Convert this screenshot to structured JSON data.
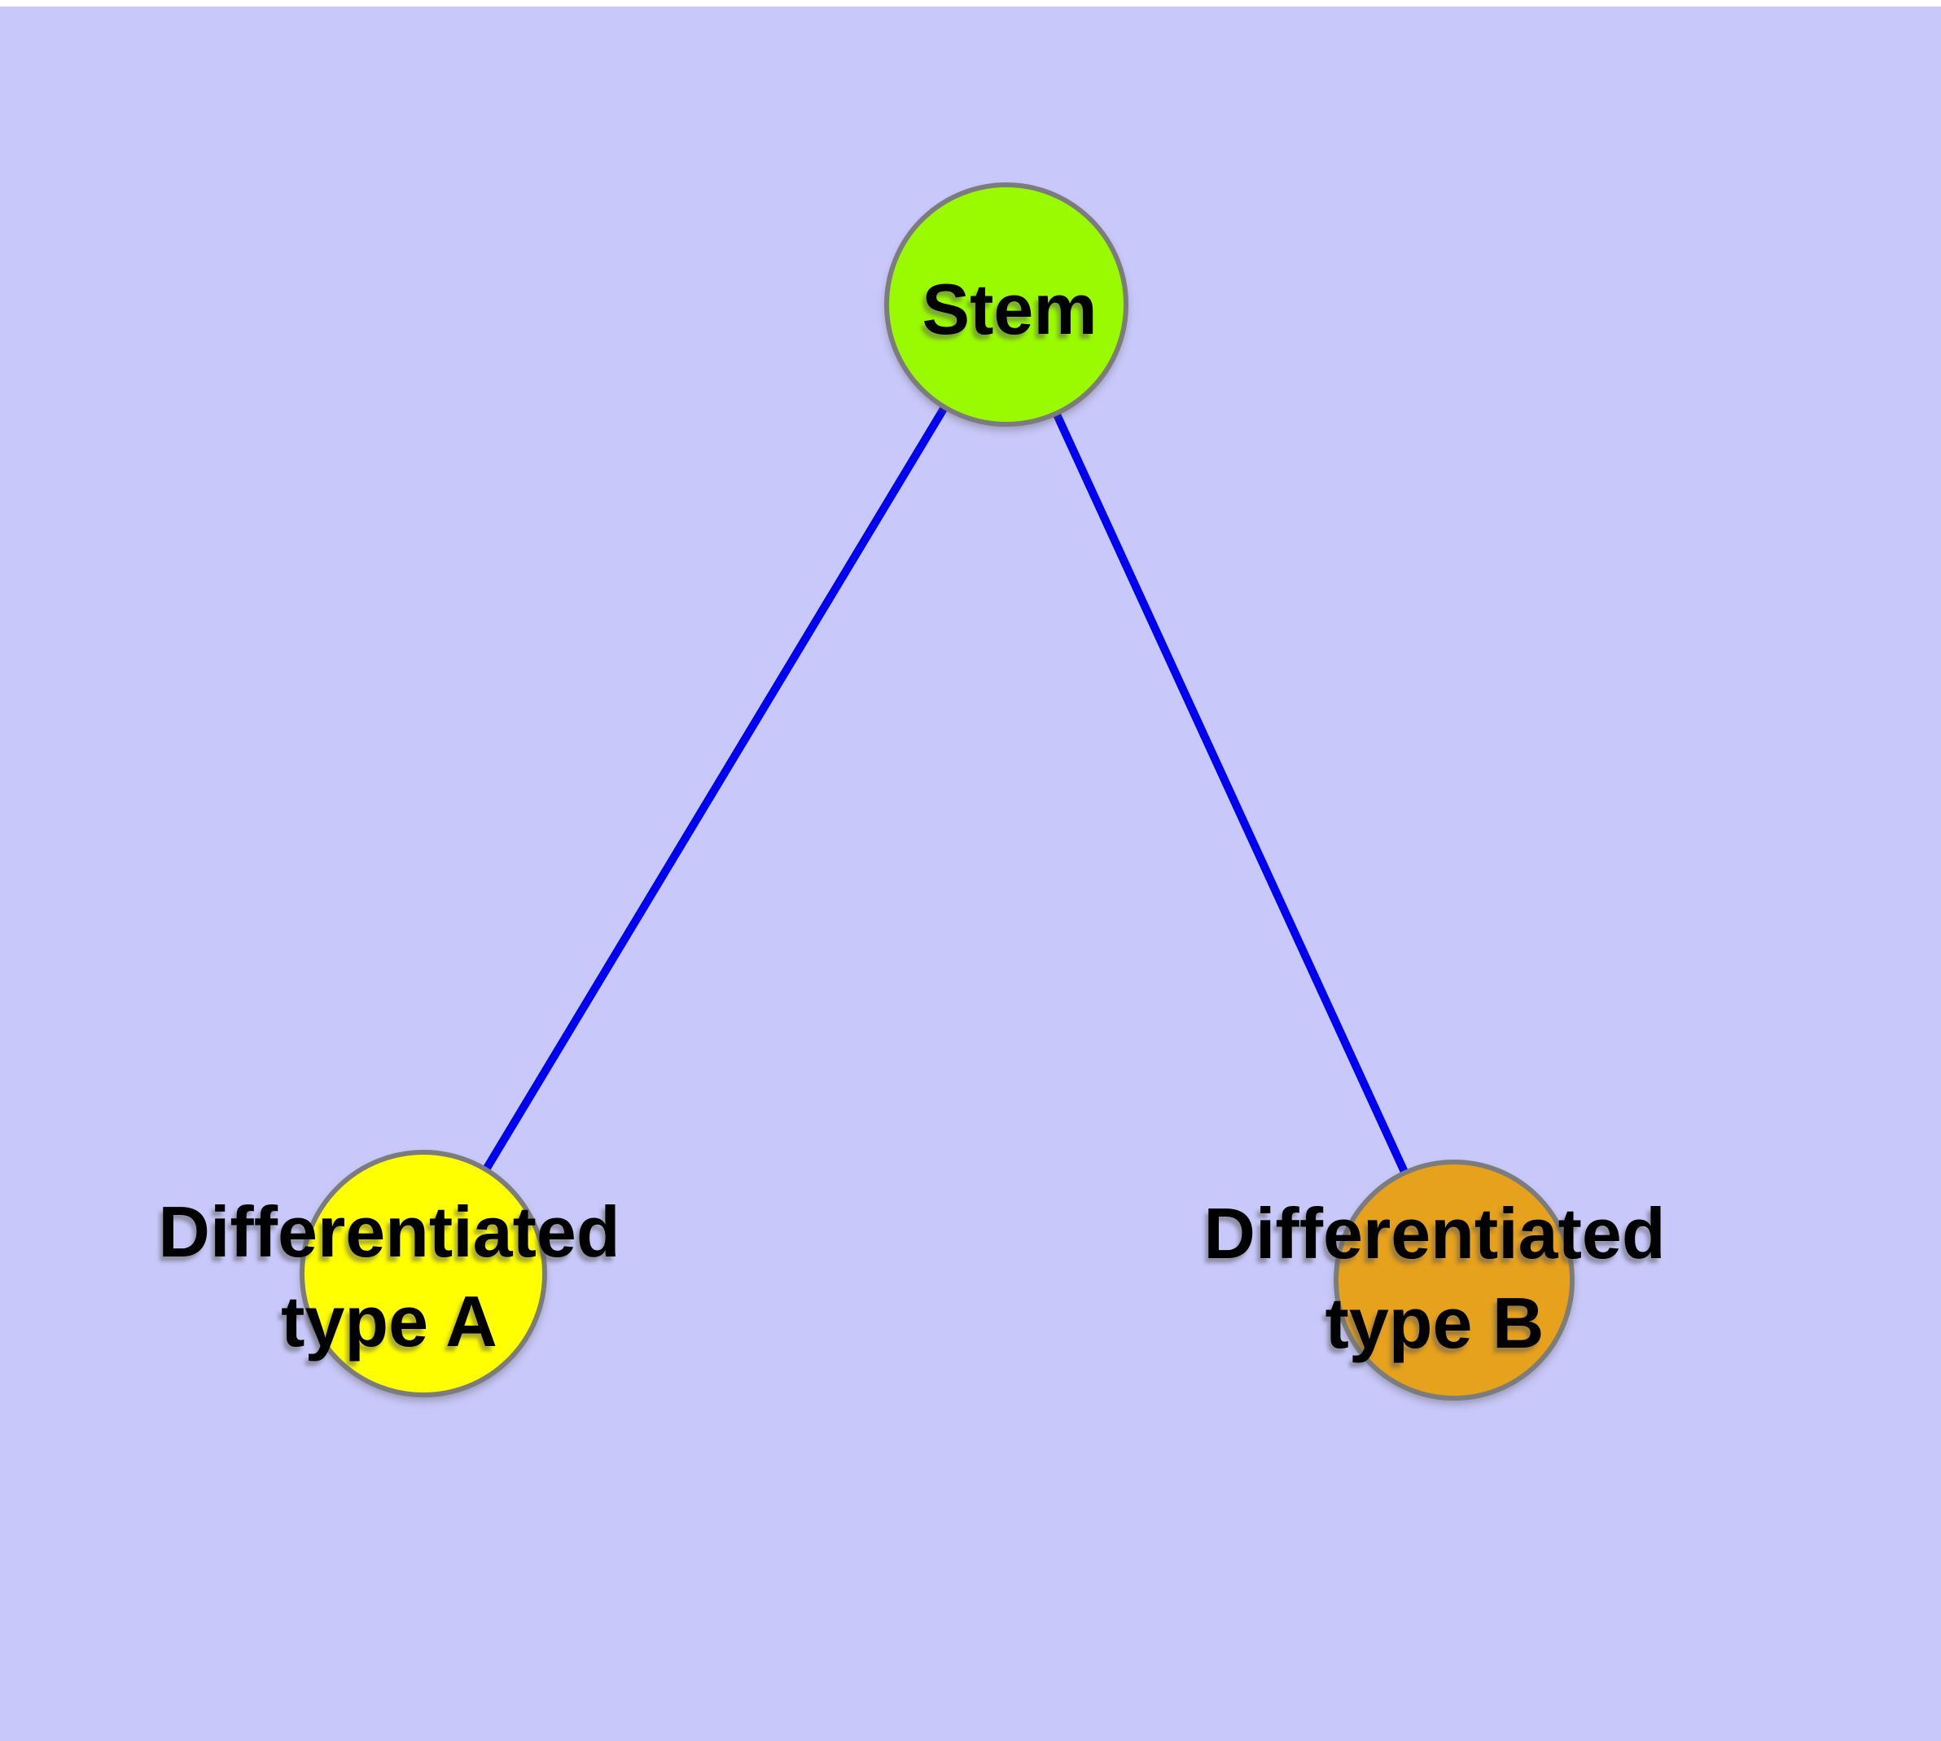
{
  "diagram": {
    "type": "node-link-graph",
    "colors": {
      "background": "#c8c8fa",
      "top_margin": "#ffffff",
      "node_border": "#7c7c7c",
      "edge": "#0000f0",
      "label_text": "#000000"
    },
    "nodes": [
      {
        "id": "stem",
        "label": "Stem",
        "fill": "#9afb00"
      },
      {
        "id": "differentiated-type-a",
        "label": "Differentiated type A",
        "label_line1": "Differentiated",
        "label_line2": "type A",
        "fill": "#ffff00"
      },
      {
        "id": "differentiated-type-b",
        "label": "Differentiated type B",
        "label_line1": "Differentiated",
        "label_line2": "type B",
        "fill": "#e6a11d"
      }
    ],
    "edges": [
      {
        "from": "Stem",
        "to": "Differentiated type A",
        "color": "#0000f0"
      },
      {
        "from": "Stem",
        "to": "Differentiated type B",
        "color": "#0000f0"
      }
    ]
  }
}
